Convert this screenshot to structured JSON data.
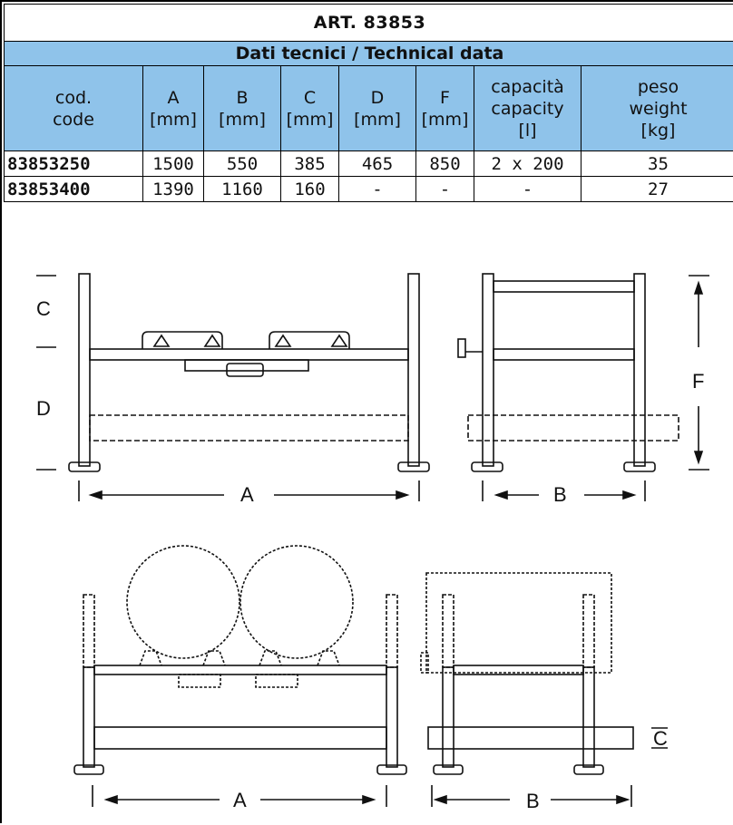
{
  "header": {
    "title": "ART. 83853",
    "subtitle": "Dati tecnici / Technical data"
  },
  "columns": [
    {
      "l1": "",
      "l2": "cod.",
      "l3": "code"
    },
    {
      "l1": "",
      "l2": "A",
      "l3": "[mm]"
    },
    {
      "l1": "",
      "l2": "B",
      "l3": "[mm]"
    },
    {
      "l1": "",
      "l2": "C",
      "l3": "[mm]"
    },
    {
      "l1": "",
      "l2": "D",
      "l3": "[mm]"
    },
    {
      "l1": "",
      "l2": "F",
      "l3": "[mm]"
    },
    {
      "l1": "capacità",
      "l2": "capacity",
      "l3": "[l]"
    },
    {
      "l1": "peso",
      "l2": "weight",
      "l3": "[kg]"
    }
  ],
  "rows": [
    [
      "83853250",
      "1500",
      "550",
      "385",
      "465",
      "850",
      "2 x 200",
      "35"
    ],
    [
      "83853400",
      "1390",
      "1160",
      "160",
      "-",
      "-",
      "-",
      "27"
    ]
  ],
  "drawing_labels": {
    "c_top": "C",
    "d_left": "D",
    "a_top": "A",
    "b_top": "B",
    "f_right": "F",
    "a_bottom": "A",
    "b_bottom": "B",
    "c_bottom": "C"
  },
  "colors": {
    "header_fill": "#8fc3ea",
    "line": "#111111"
  }
}
